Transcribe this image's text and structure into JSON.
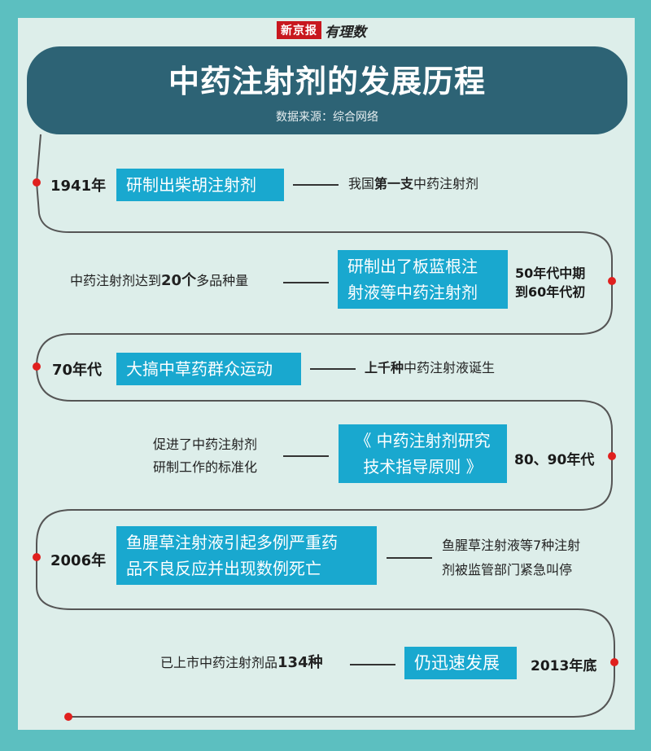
{
  "logo": {
    "red": "新京报",
    "black": "有理数"
  },
  "header": {
    "title": "中药注射剂的发展历程",
    "source": "数据来源：综合网络"
  },
  "colors": {
    "background": "#5cbfc0",
    "panel": "#ddeeea",
    "banner": "#2d6375",
    "box": "#19a8cf",
    "dot": "#e0201e",
    "line": "#555555"
  },
  "events": [
    {
      "year": "1941年",
      "box": [
        "研制出柴胡注射剂"
      ],
      "note": [
        [
          "我国",
          "第一支",
          "中药注射剂"
        ]
      ]
    },
    {
      "year": [
        "50年代中期",
        "到60年代初"
      ],
      "box": [
        "研制出了板蓝根注",
        "射液等中药注射剂"
      ],
      "note": [
        [
          "中药注射剂达到",
          "20个",
          "多品种量"
        ]
      ]
    },
    {
      "year": "70年代",
      "box": [
        "大搞中草药群众运动"
      ],
      "note": [
        [
          "",
          "上千种",
          "中药注射液诞生"
        ]
      ]
    },
    {
      "year": "80、90年代",
      "box": [
        "《 中药注射剂研究",
        "技术指导原则 》"
      ],
      "note": [
        [
          "促进了中药注射剂"
        ],
        [
          "研制工作的标准化"
        ]
      ]
    },
    {
      "year": "2006年",
      "box": [
        "鱼腥草注射液引起多例严重药",
        "品不良反应并出现数例死亡"
      ],
      "note": [
        [
          "鱼腥草注射液等7种注射"
        ],
        [
          "剂被监管部门紧急叫停"
        ]
      ]
    },
    {
      "year": "2013年底",
      "box": [
        "仍迅速发展"
      ],
      "note": [
        [
          "已上市中药注射剂品",
          "134种",
          ""
        ]
      ]
    }
  ]
}
